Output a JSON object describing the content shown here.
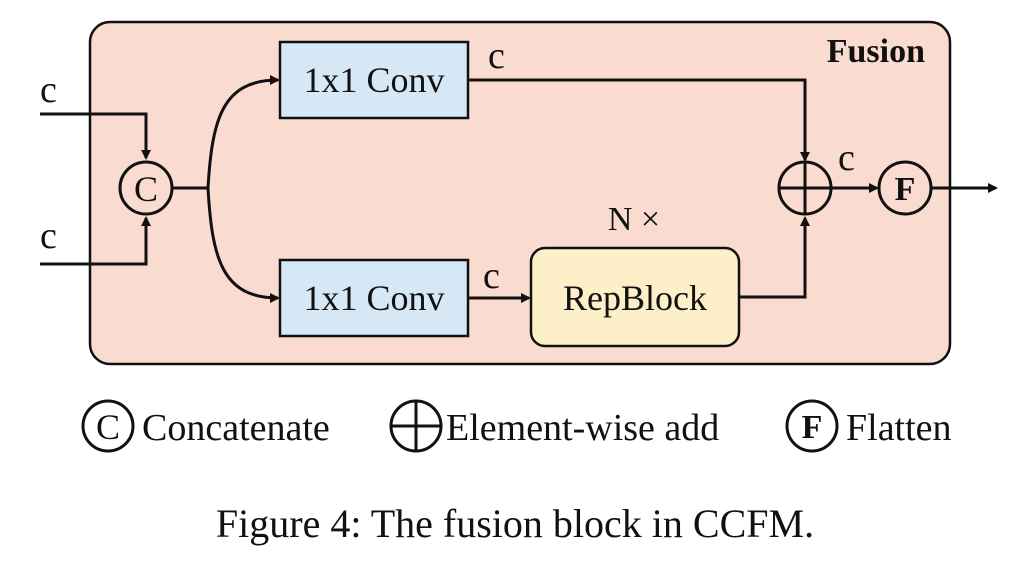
{
  "diagram": {
    "title": "Fusion",
    "input_top_label": "c",
    "input_bottom_label": "c",
    "concat_symbol": "C",
    "conv_top_label": "1x1 Conv",
    "conv_bottom_label": "1x1 Conv",
    "conv_top_out_label": "c",
    "conv_bottom_out_label": "c",
    "repeat_label": "N ×",
    "repblock_label": "RepBlock",
    "add_out_label": "c",
    "flatten_symbol": "F",
    "colors": {
      "panel_fill": "#f9dccf",
      "conv_fill": "#d6e7f5",
      "repblock_fill": "#fdf0c8",
      "stroke": "#111111"
    }
  },
  "legend": {
    "concat_symbol": "C",
    "concat_label": "Concatenate",
    "add_label": "Element-wise add",
    "flatten_symbol": "F",
    "flatten_label": "Flatten"
  },
  "caption": "Figure 4: The fusion block in CCFM."
}
